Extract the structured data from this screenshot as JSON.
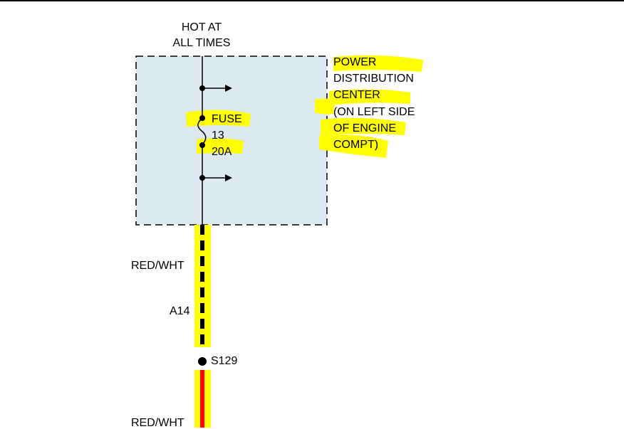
{
  "header": {
    "hot_line1": "HOT AT",
    "hot_line2": "ALL TIMES"
  },
  "pdc_label": {
    "line1": "POWER",
    "line2": "DISTRIBUTION",
    "line3": "CENTER",
    "line4": "(ON LEFT SIDE",
    "line5": "OF ENGINE",
    "line6": "COMPT)"
  },
  "fuse": {
    "line1": "FUSE",
    "line2": "13",
    "line3": "20A"
  },
  "wire": {
    "color_label_top": "RED/WHT",
    "circuit": "A14",
    "splice": "S129",
    "color_label_bottom": "RED/WHT"
  },
  "colors": {
    "box_fill": "#dde9f0",
    "highlight": "#ffff00",
    "wire_red": "#ff0000",
    "wire_black": "#000000"
  }
}
